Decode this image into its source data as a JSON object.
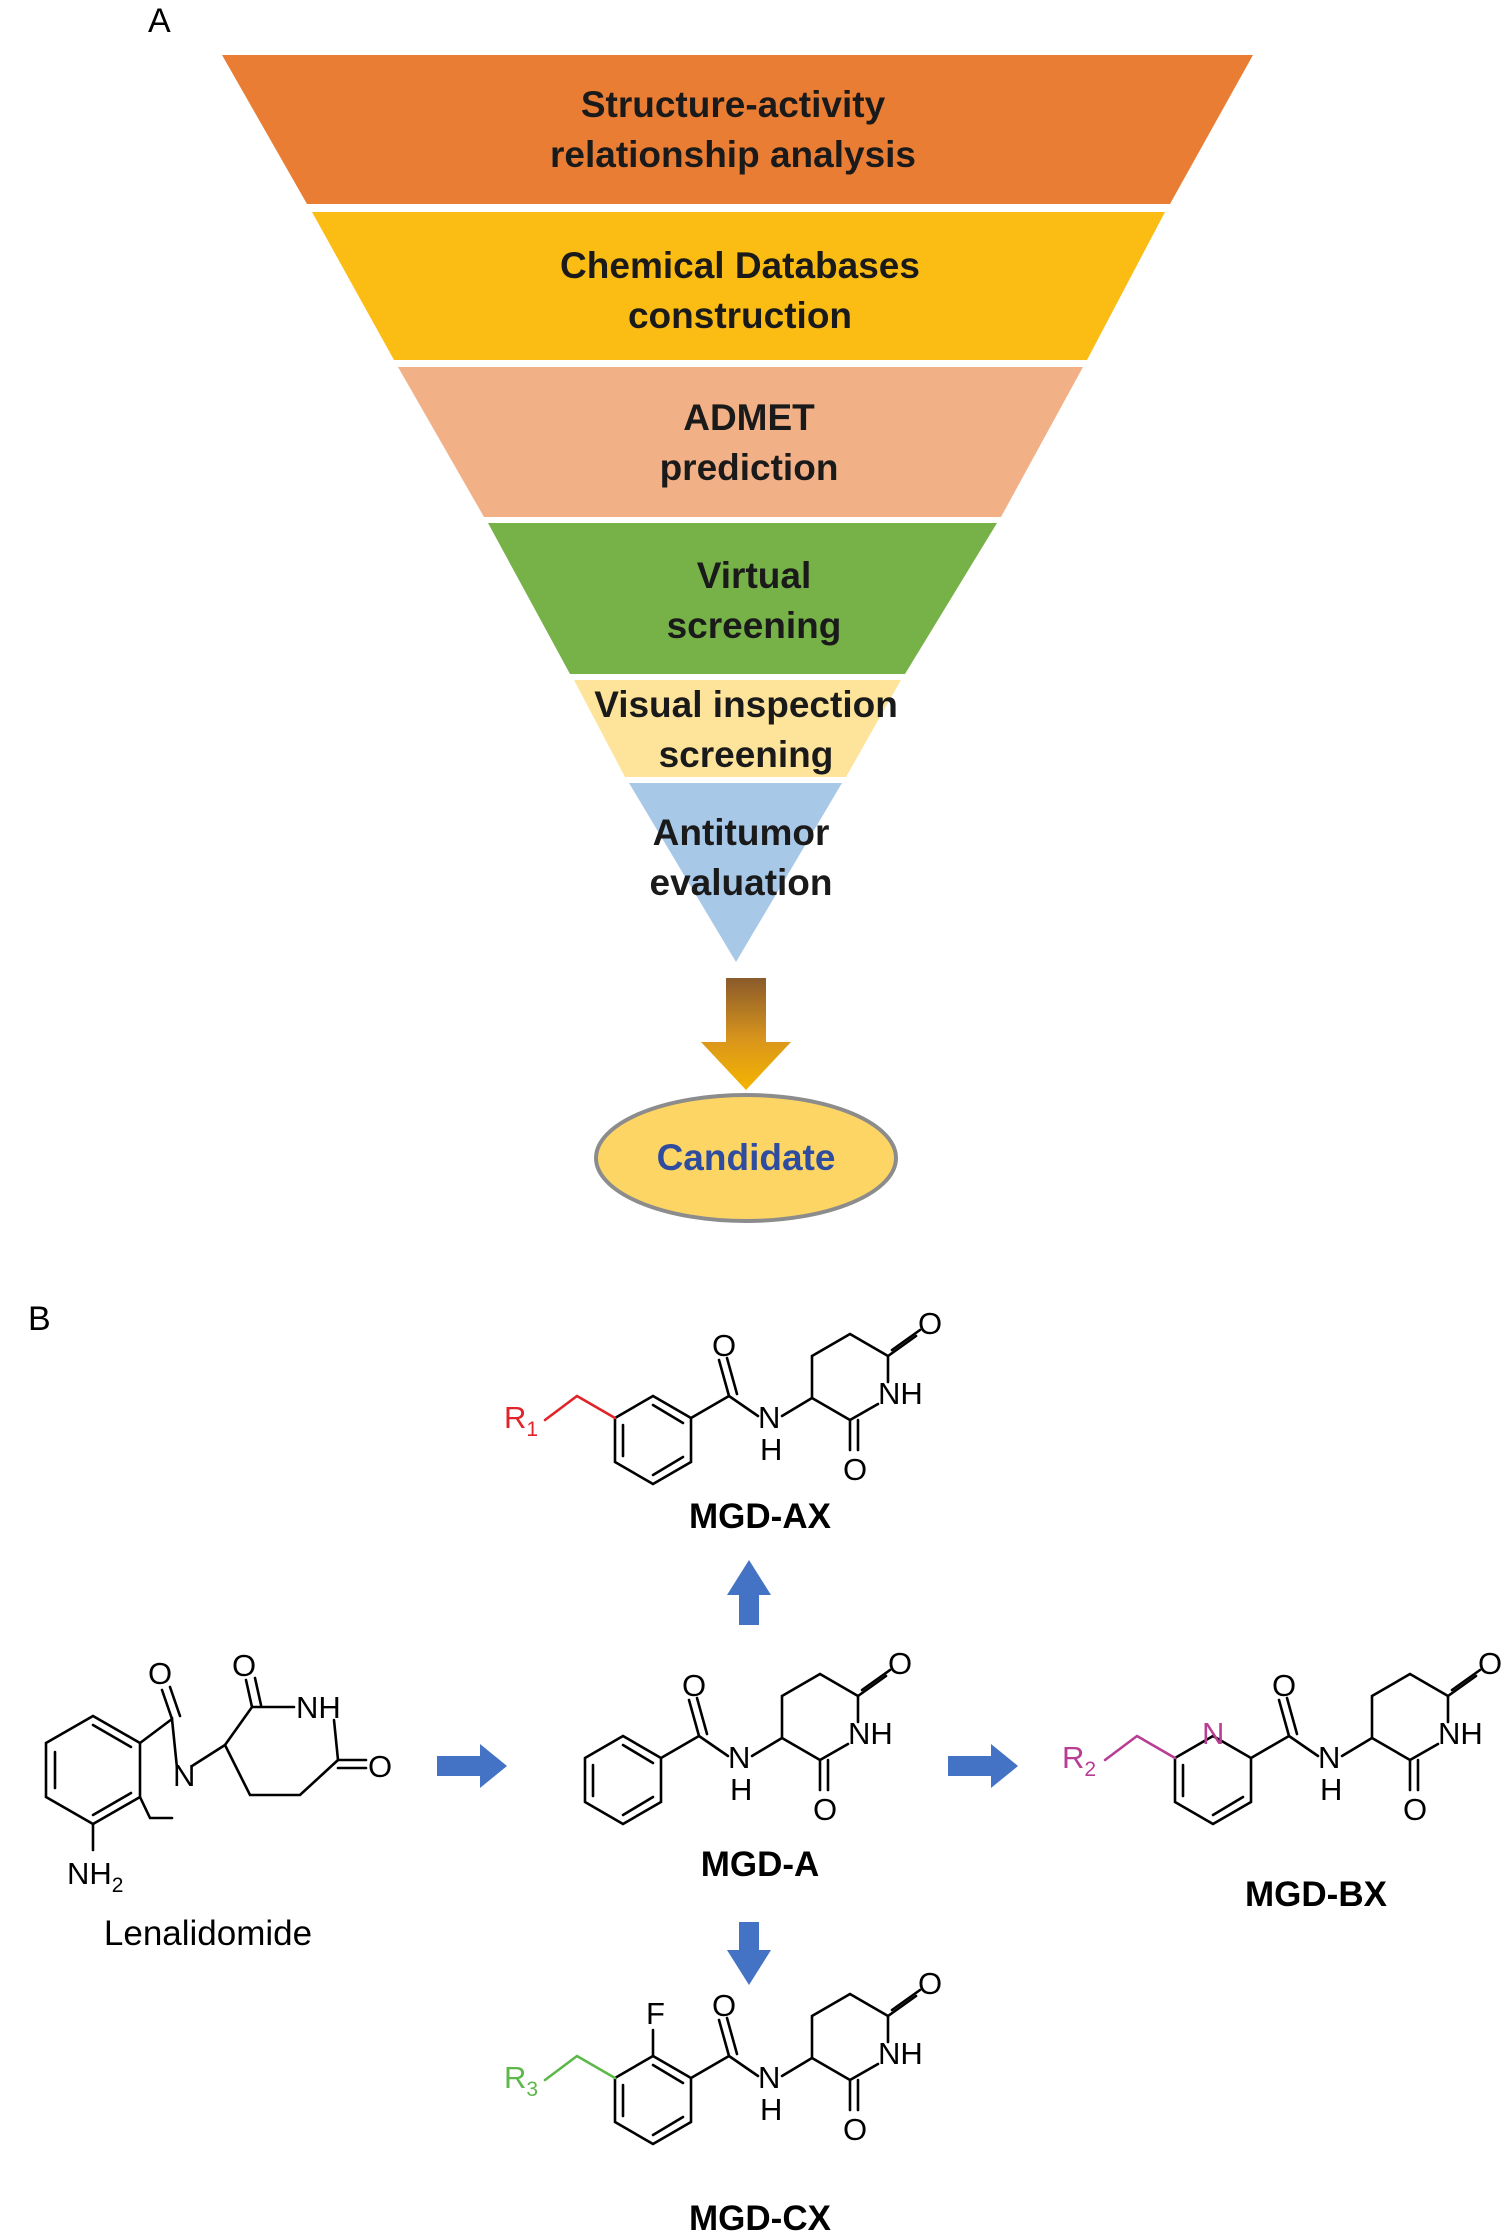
{
  "panels": {
    "a": "A",
    "b": "B"
  },
  "funnel": {
    "stages": [
      {
        "lines": [
          "Structure-activity",
          "relationship analysis"
        ],
        "color": "#ea7d34"
      },
      {
        "lines": [
          "Chemical Databases",
          "construction"
        ],
        "color": "#fbbd14"
      },
      {
        "lines": [
          "ADMET",
          "prediction"
        ],
        "color": "#f2b086"
      },
      {
        "lines": [
          "Virtual",
          "screening"
        ],
        "color": "#77b248"
      },
      {
        "lines": [
          "Visual inspection",
          "screening"
        ],
        "color": "#fde49a"
      },
      {
        "lines": [
          "Antitumor",
          "evaluation"
        ],
        "color": "#a8c8e8"
      }
    ],
    "candidate": "Candidate"
  },
  "scheme": {
    "lenalidomide": {
      "name": "Lenalidomide",
      "nh2": "NH",
      "nh2_sub": "2"
    },
    "atoms": {
      "O": "O",
      "N": "N",
      "NH": "NH",
      "H": "H",
      "F": "F",
      "R": "R",
      "r1": "1",
      "r2": "2",
      "r3": "3"
    },
    "labels": {
      "mgd_a": "MGD-A",
      "mgd_ax": "MGD-AX",
      "mgd_bx": "MGD-BX",
      "mgd_cx": "MGD-CX"
    },
    "colors": {
      "r1": "#e0242a",
      "r2": "#b83d93",
      "r3": "#5db84a",
      "pyridine_n": "#b83d93",
      "arrow": "#4472c4"
    }
  }
}
